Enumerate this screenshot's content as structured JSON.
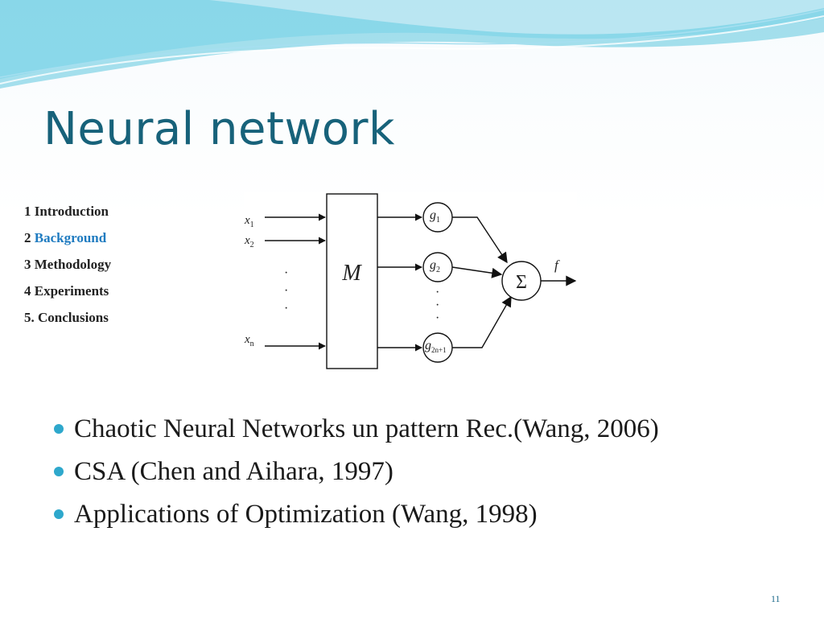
{
  "slide": {
    "title": "Neural network",
    "toc": [
      {
        "num": "1",
        "label": "Introduction",
        "active": false
      },
      {
        "num": "2",
        "label": "Background",
        "active": true
      },
      {
        "num": "3",
        "label": "Methodology",
        "active": false
      },
      {
        "num": "4",
        "label": "Experiments",
        "active": false
      },
      {
        "num": "5.",
        "label": "Conclusions",
        "active": false
      }
    ],
    "bullets": [
      "Chaotic Neural Networks un pattern Rec.(Wang, 2006)",
      "CSA (Chen and Aihara, 1997)",
      "Applications of Optimization (Wang, 1998)"
    ],
    "page_number": "11",
    "colors": {
      "title": "#17627a",
      "toc_active": "#1f7bc0",
      "bullet": "#2ea8cc",
      "wave": "#5cc6de"
    }
  },
  "diagram": {
    "inputs": [
      {
        "base": "x",
        "sub": "1"
      },
      {
        "base": "x",
        "sub": "2"
      },
      {
        "base": "x",
        "sub": "n"
      }
    ],
    "block_label": "M",
    "nodes": [
      {
        "base": "g",
        "sub": "1"
      },
      {
        "base": "g",
        "sub": "2"
      },
      {
        "base": "g",
        "sub": "2n+1"
      }
    ],
    "sum_symbol": "Σ",
    "output_label": "f",
    "ellipsis": "·"
  }
}
